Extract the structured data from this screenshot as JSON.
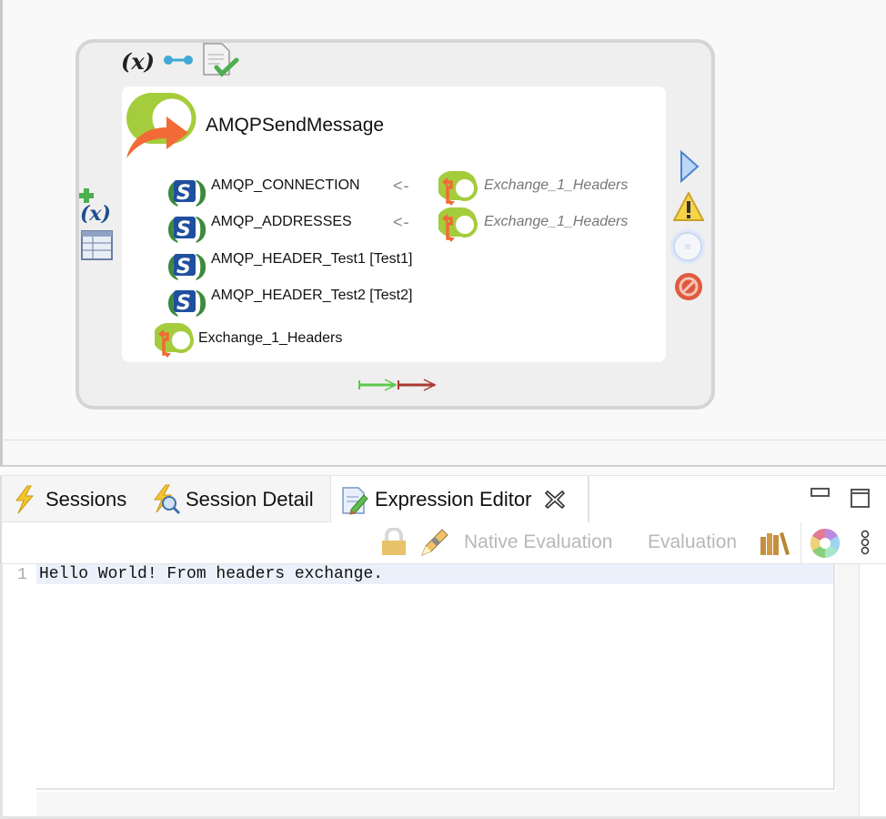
{
  "diagram": {
    "node_title": "AMQPSendMessage",
    "top_icons": [
      "variable-icon",
      "link-icon",
      "document-check-icon"
    ],
    "left_icons": [
      "add-variable-icon",
      "table-icon"
    ],
    "right_icons": [
      "play-icon",
      "warning-icon",
      "circle-icon",
      "cancel-icon"
    ],
    "params": [
      {
        "name": "AMQP_CONNECTION",
        "mapped": true,
        "arrow": "<-",
        "source": "Exchange_1_Headers"
      },
      {
        "name": "AMQP_ADDRESSES",
        "mapped": true,
        "arrow": "<-",
        "source": "Exchange_1_Headers"
      },
      {
        "name": "AMQP_HEADER_Test1 [Test1]",
        "mapped": false
      },
      {
        "name": "AMQP_HEADER_Test2 [Test2]",
        "mapped": false
      }
    ],
    "output": "Exchange_1_Headers",
    "flow_arrows": [
      "success-arrow",
      "error-arrow"
    ]
  },
  "tabs": [
    {
      "label": "Sessions",
      "icon": "lightning-icon",
      "active": false
    },
    {
      "label": "Session Detail",
      "icon": "lightning-search-icon",
      "active": false
    },
    {
      "label": "Expression Editor",
      "icon": "edit-document-icon",
      "active": true,
      "closable": true
    }
  ],
  "toolbar": {
    "native_eval_label": "Native Evaluation",
    "eval_label": "Evaluation"
  },
  "editor": {
    "lines": [
      {
        "number": "1",
        "text": "Hello World! From headers exchange."
      }
    ]
  },
  "colors": {
    "accent_green": "#a5cc3c",
    "accent_orange": "#f26a35",
    "line_highlight": "#ebf1fb"
  }
}
